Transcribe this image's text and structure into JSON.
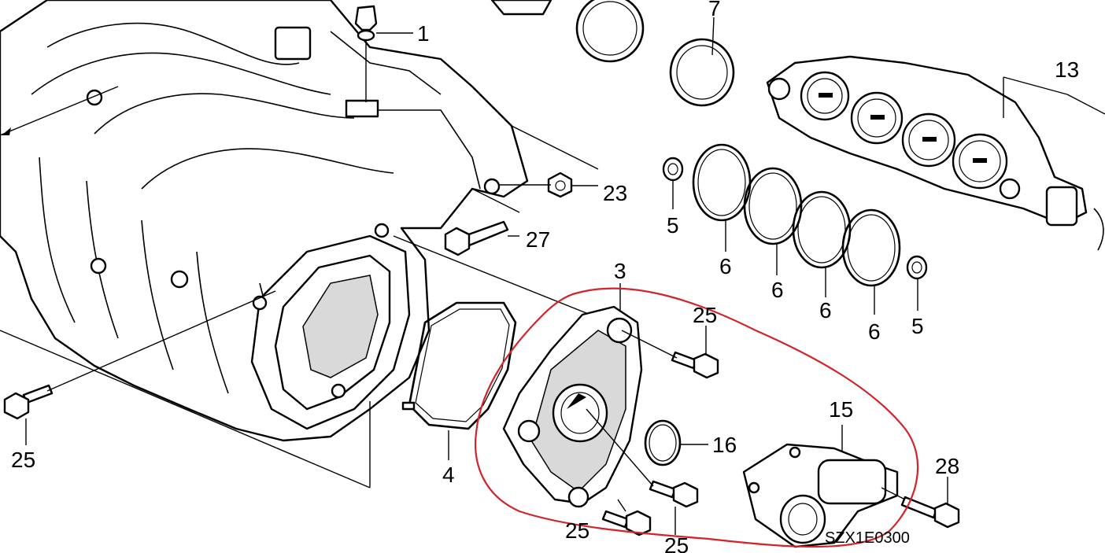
{
  "callouts": {
    "c1": "1",
    "c3": "3",
    "c4": "4",
    "c5a": "5",
    "c5b": "5",
    "c6a": "6",
    "c6b": "6",
    "c6c": "6",
    "c6d": "6",
    "c7": "7",
    "c13": "13",
    "c15": "15",
    "c16": "16",
    "c23": "23",
    "c25a": "25",
    "c25b": "25",
    "c25c": "25",
    "c25d": "25",
    "c27": "27",
    "c28": "28"
  },
  "diagram_code": "SZX1E0300",
  "colors": {
    "line": "#000000",
    "highlight": "#d2232a",
    "background": "#ffffff"
  }
}
